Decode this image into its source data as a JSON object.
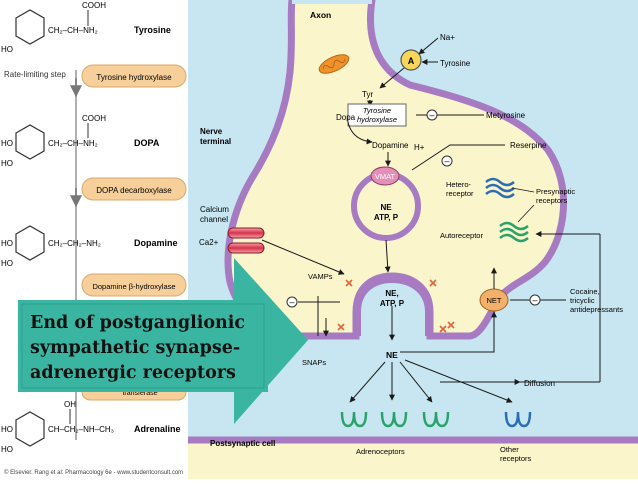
{
  "left_panel": {
    "compounds": {
      "tyrosine": "Tyrosine",
      "dopa": "DOPA",
      "dopamine": "Dopamine",
      "adrenaline": "Adrenaline"
    },
    "struct": {
      "cooh": "COOH",
      "ho": "HO",
      "oh": "OH",
      "chain_tyr": "CH₂–CH–NH₂",
      "chain_dopa": "CH₂–CH–NH₂",
      "chain_dopamine": "CH₂–CH₂–NH₂",
      "chain_adrenaline": "CH–CH₂–NH–CH₃"
    },
    "rate_limiting": "Rate-limiting step",
    "enzymes": {
      "tyrosine_hydroxylase": "Tyrosine hydroxylase",
      "dopa_decarboxylase": "DOPA decarboxylase",
      "dopamine_beta_hydroxylase": "Dopamine β-hydroxylase",
      "partial_enzyme": "transferase"
    },
    "footer": "© Elsevier. Rang et al: Pharmacology 6e - www.studentconsult.com"
  },
  "diagram": {
    "axon": "Axon",
    "nerve_terminal": [
      "Nerve",
      "terminal"
    ],
    "calcium_channel": [
      "Calcium",
      "channel"
    ],
    "ca2": "Ca2+",
    "na": "Na+",
    "transporter_a": "A",
    "tyrosine": "Tyrosine",
    "tyr": "Tyr",
    "tyrosine_hydroxylase": [
      "Tyrosine",
      "hydroxylase"
    ],
    "metyrosine": "Metyrosine",
    "dopa": "Dopa",
    "dopamine": "Dopamine",
    "h_plus": "H+",
    "reserpine": "Reserpine",
    "vmat": "VMAT",
    "vesicle_ne": "NE",
    "vesicle_atp": "ATP, P",
    "hetero_receptor": [
      "Hetero-",
      "receptor"
    ],
    "presynaptic_receptors": [
      "Presynaptic",
      "receptors"
    ],
    "autoreceptor": "Autoreceptor",
    "vamps": "VAMPs",
    "snaps": "SNAPs",
    "release_ne": "NE,",
    "release_atp": "ATP, P",
    "net": "NET",
    "cocaine": [
      "Cocaine,",
      "tricyclic",
      "antidepressants"
    ],
    "ne_cleft": "NE",
    "diffusion": "Diffusion",
    "postsynaptic_cell": "Postsynaptic cell",
    "adrenoceptors": "Adrenoceptors",
    "other_receptors": [
      "Other",
      "receptors"
    ],
    "minus": "–"
  },
  "callout": {
    "lines": [
      "End of postganglionic",
      "sympathetic synapse-",
      "adrenergic receptors"
    ]
  },
  "colors": {
    "terminal_fill": "#fbf5cc",
    "membrane": "#a77bc2",
    "cleft": "#c7e6f1",
    "callout_arrow": "#3ab5a1",
    "enzyme_box": "#f6cf9a",
    "receptor_green": "#2aa36b",
    "receptor_blue": "#2c6eb5"
  }
}
